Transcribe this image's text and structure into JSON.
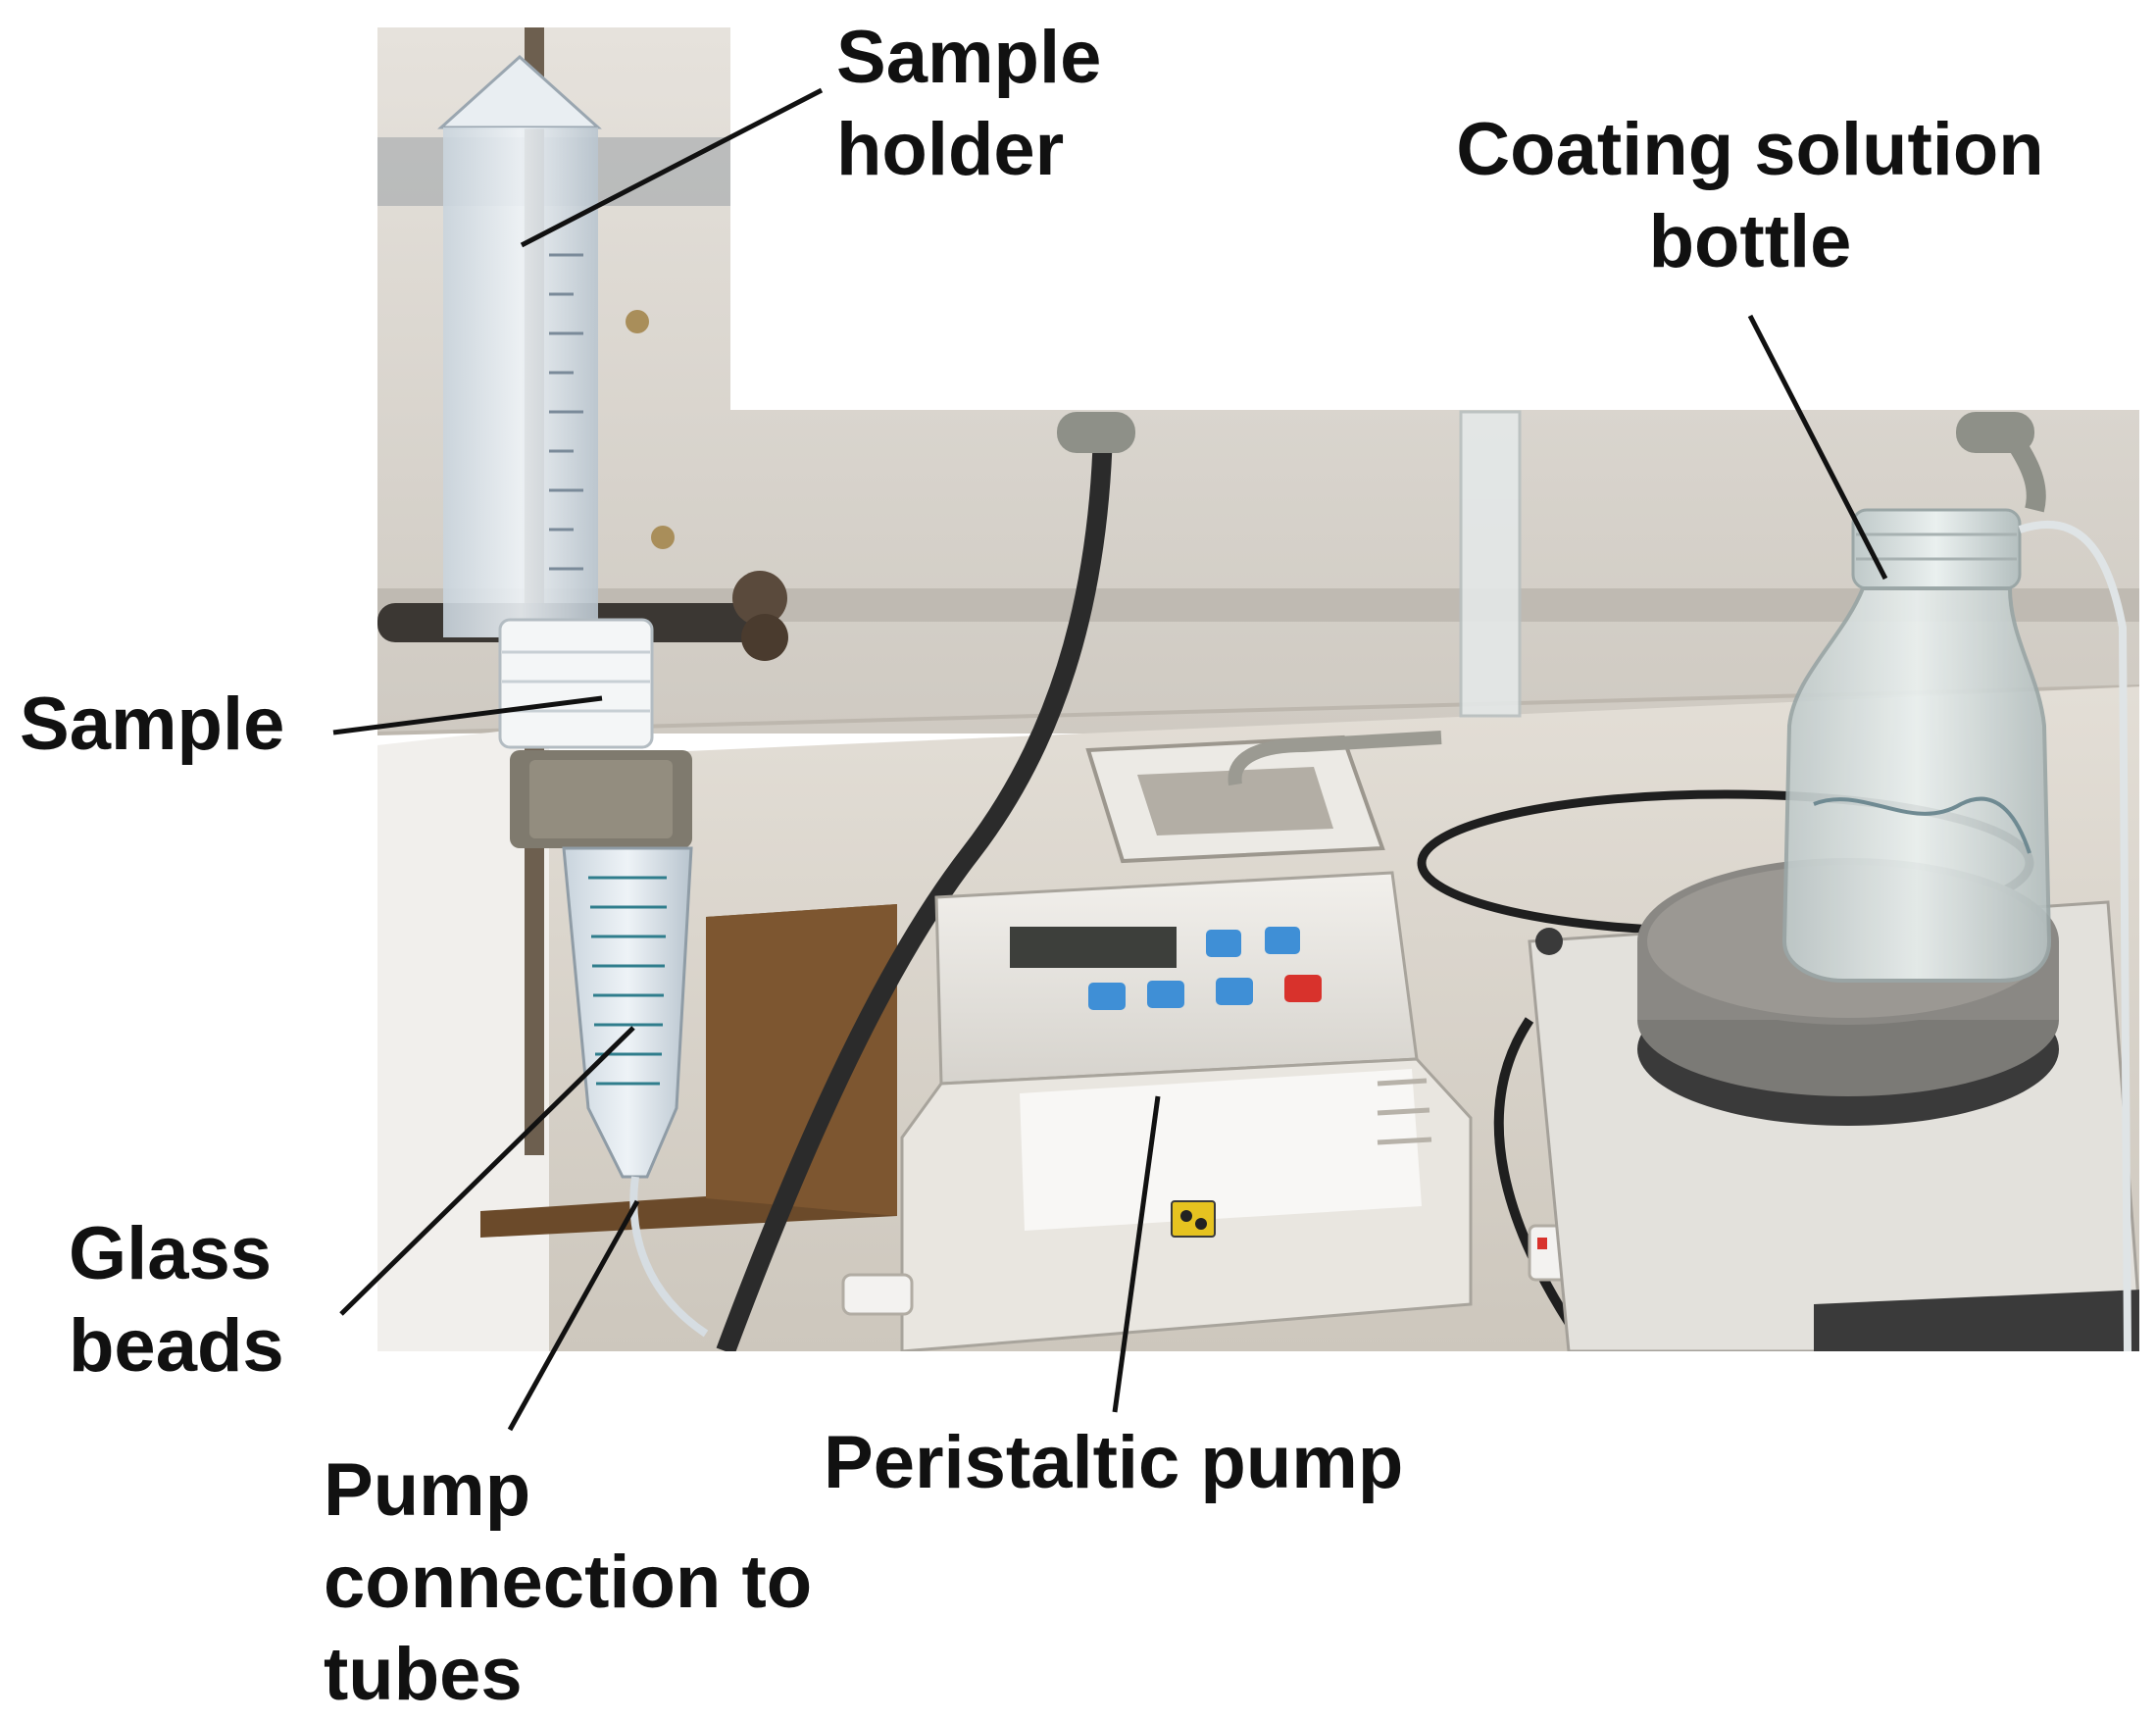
{
  "labels": {
    "sample_holder": [
      "Sample",
      "holder"
    ],
    "coating_solution_bottle": [
      "Coating solution",
      "bottle"
    ],
    "sample": [
      "Sample"
    ],
    "glass_beads": [
      "Glass",
      "beads"
    ],
    "pump_connection": [
      "Pump",
      "connection to",
      "tubes"
    ],
    "peristaltic_pump": [
      "Peristaltic pump"
    ]
  },
  "colors": {
    "wall": "#d9d5cf",
    "bench": "#ddd8d0",
    "label_text": "#111111",
    "leader_line": "#111111",
    "pump_button_blue": "#3f8fd6",
    "pump_button_red": "#d8322c"
  }
}
